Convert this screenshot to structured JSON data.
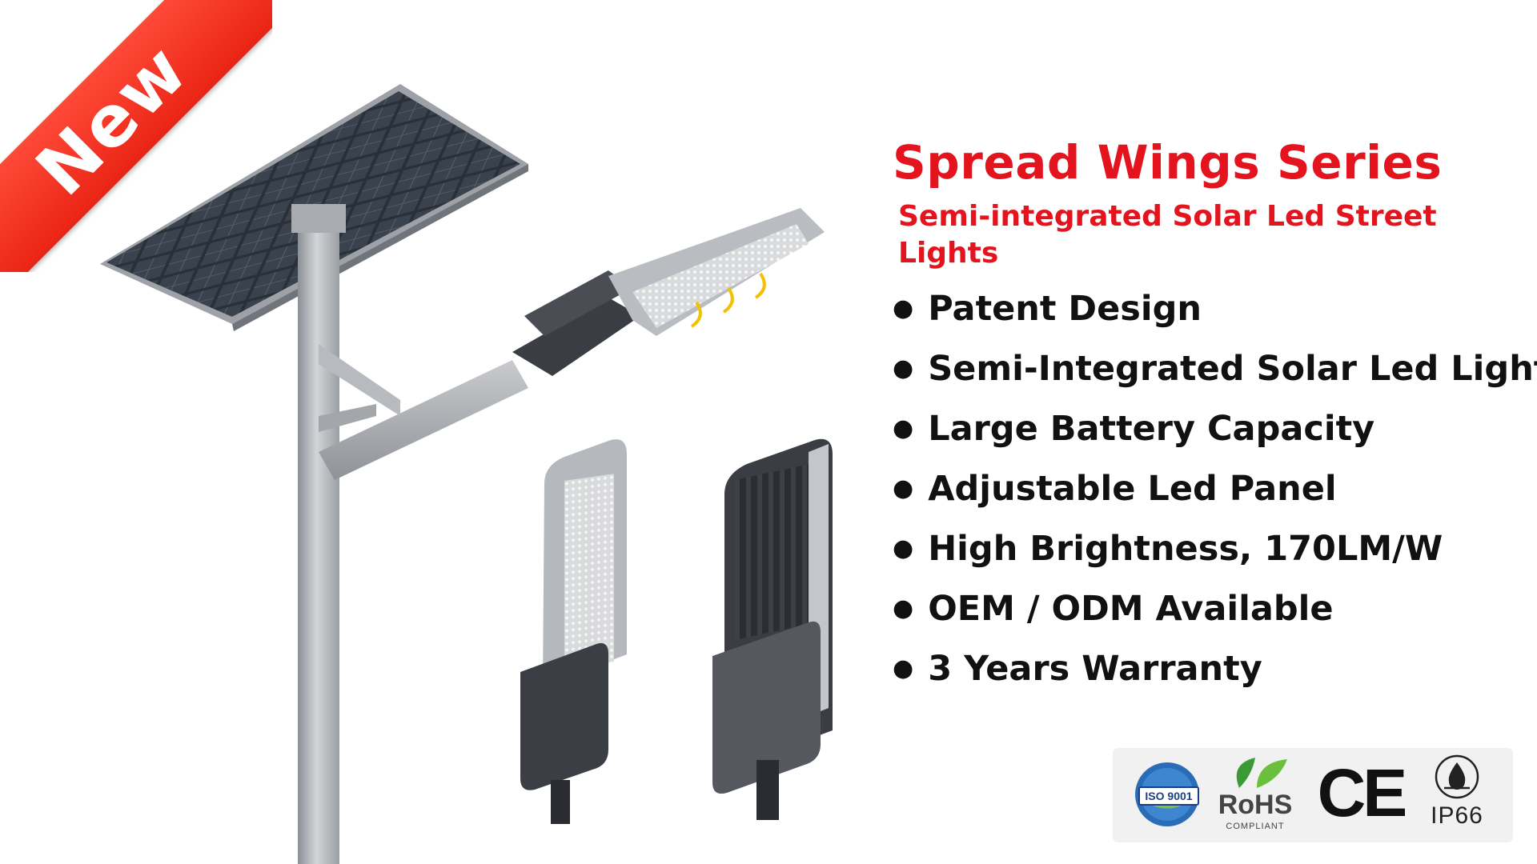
{
  "badge": {
    "label": "New"
  },
  "header": {
    "title": "Spread Wings Series",
    "subtitle": "Semi-integrated Solar Led Street Lights"
  },
  "features": [
    "Patent Design",
    "Semi-Integrated Solar Led Light",
    "Large Battery Capacity",
    "Adjustable Led Panel",
    "High Brightness, 170LM/W",
    "OEM / ODM Available",
    "3 Years Warranty"
  ],
  "bullet_glyph": "●",
  "certifications": {
    "iso": "ISO 9001",
    "rohs": "RoHS",
    "rohs_sub": "COMPLIANT",
    "ce": "CE",
    "ip": "IP66"
  },
  "colors": {
    "accent": "#e3141e",
    "badge": "#ea2415",
    "text": "#111111",
    "cert_bg": "#f1f1f1"
  },
  "icons": [
    "solar-street-light-image",
    "led-module-front-image",
    "led-module-back-image",
    "iso-9001-logo",
    "rohs-logo",
    "ce-mark",
    "ip66-waterproof-icon"
  ]
}
